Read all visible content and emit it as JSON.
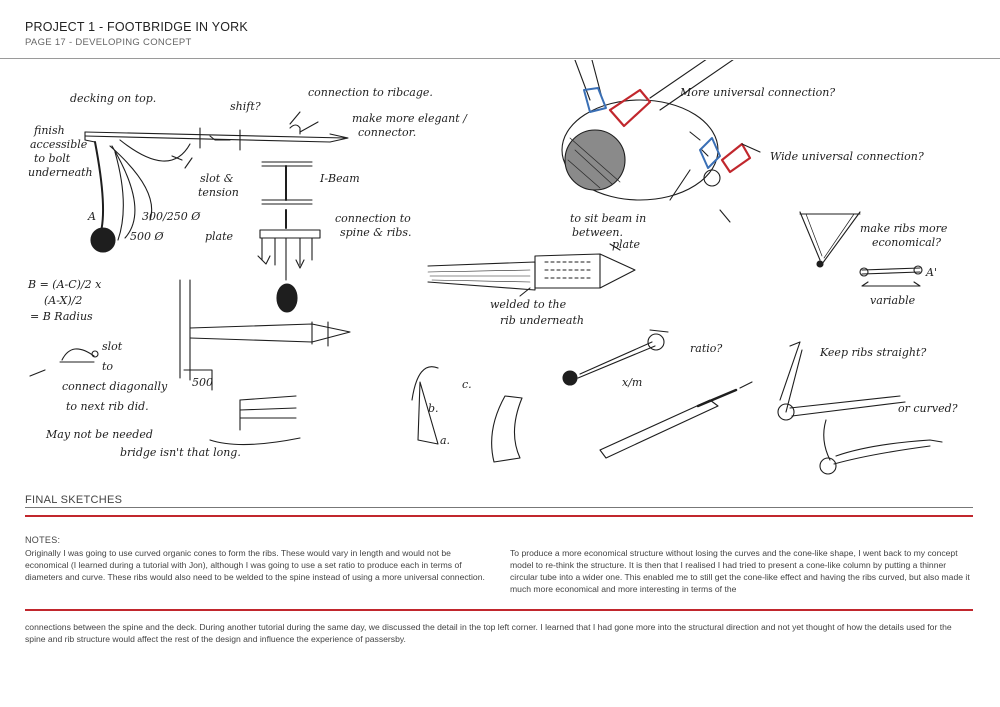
{
  "header": {
    "title": "PROJECT 1 - FOOTBRIDGE IN YORK",
    "subtitle": "PAGE 17 - DEVELOPING CONCEPT"
  },
  "sketch_annotations": {
    "decking": "decking on top.",
    "shift": "shift?",
    "conn_ribcage": "connection to ribcage.",
    "elegant1": "make more elegant /",
    "elegant2": "connector.",
    "finish1": "finish",
    "finish2": "accessible",
    "finish3": "to bolt",
    "finish4": "underneath",
    "slot1": "slot &",
    "slot2": "tension",
    "ibeam": "I-Beam",
    "dims": "300/250 Ø",
    "d500": "500 Ø",
    "plate": "plate",
    "conn_spine1": "connection to",
    "conn_spine2": "spine & ribs.",
    "sit1": "to sit beam in",
    "sit2": "between.",
    "plate2": "plate",
    "welded1": "welded to the",
    "welded2": "rib underneath",
    "formula1": "B = (A-C)/2 x",
    "formula2": "(A-X)/2",
    "formula3": "= B Radius",
    "d500b": "500",
    "slot_b1": "slot",
    "slot_b2": "to",
    "slot_b3": "connect diagonally",
    "slot_b4": "to next rib did.",
    "maynot1": "May not be needed",
    "maynot2": "bridge isn't that long.",
    "universal1": "More universal connection?",
    "universal2": "Wide universal connection?",
    "economical1": "make ribs more",
    "economical2": "economical?",
    "variable": "variable",
    "ratio": "ratio?",
    "xm": "x/m",
    "straight": "Keep ribs straight?",
    "curved": "or curved?",
    "label_a": "a.",
    "label_b": "b.",
    "label_c": "c.",
    "label_A": "A",
    "label_A2": "A'"
  },
  "section_label": "FINAL SKETCHES",
  "notes": {
    "heading": "NOTES:",
    "left": "Originally I was going to use curved organic cones to form the ribs. These would vary in length and would not be economical (I learned during a tutorial with Jon), although I was going to use a set ratio to produce each in terms of diameters and curve. These ribs would also need to be welded to the spine instead of using a more universal connection.",
    "right": "To produce a more economical structure without losing the curves and the cone-like shape, I went back to my concept model to re-think the structure. It is then that I realised I had tried to present a cone-like column by putting a thinner circular tube into a wider one. This enabled me to still get the cone-like effect and having the ribs curved, but also made it much more economical and more interesting in terms of the",
    "continued": "connections between the spine and the deck. During another tutorial during the same day, we discussed the detail in the top left corner. I learned that I had gone more into the structural direction and not yet thought of how the details used for the spine and rib structure would affect the rest of the design and influence the experience of passersby."
  },
  "colors": {
    "accent_red": "#c1272d",
    "sketch_blue": "#3a6fb5",
    "ink": "#1e1e1e"
  }
}
